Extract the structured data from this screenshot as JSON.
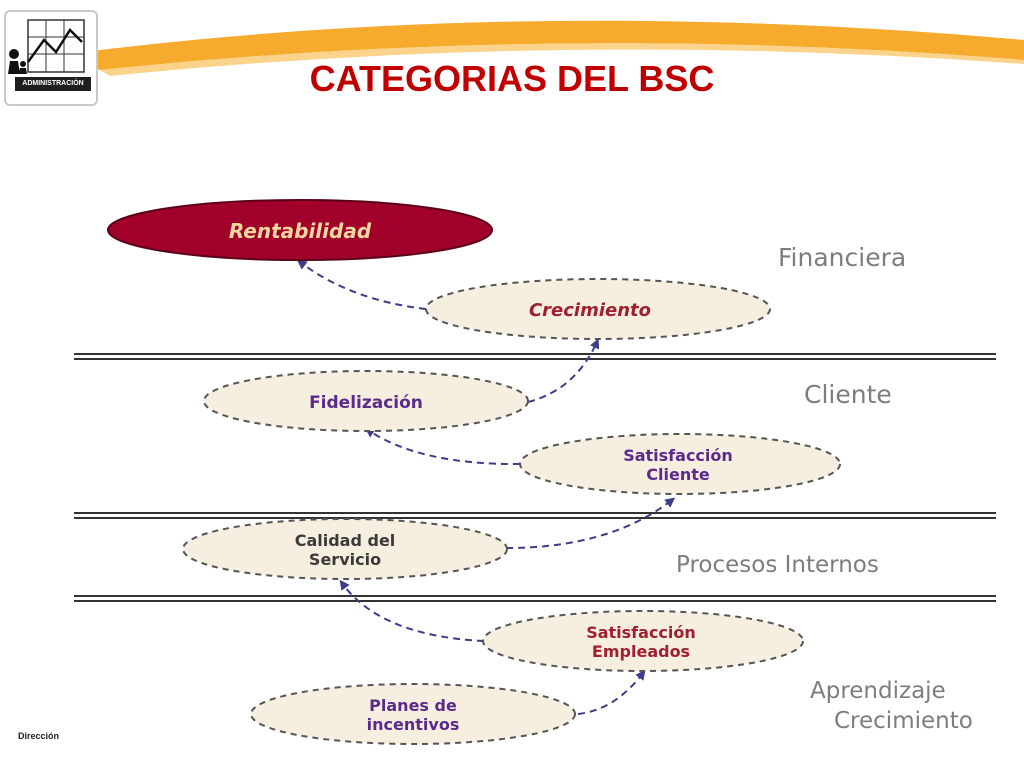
{
  "slide": {
    "title": "CATEGORIAS DEL BSC",
    "footer": "Dirección",
    "logo_label": "ADMINISTRACIÓN"
  },
  "colors": {
    "title": "#c00000",
    "swoosh": "#f5a623",
    "node_fill": "#f6efe0",
    "node_dark_fill": "#a0002a",
    "node_text_purple": "#5b2a8c",
    "node_text_dark": "#3a3a3a",
    "node_text_red": "#a02030",
    "node_text_light": "#f3d7a0",
    "category_text": "#7d7d7d"
  },
  "diagram": {
    "nodes": [
      {
        "id": "rentabilidad",
        "lines": [
          "Rentabilidad"
        ]
      },
      {
        "id": "crecimiento",
        "lines": [
          "Crecimiento"
        ]
      },
      {
        "id": "fidelizacion",
        "lines": [
          "Fidelización"
        ]
      },
      {
        "id": "satisfaccion-cliente",
        "lines": [
          "Satisfacción",
          "Cliente"
        ]
      },
      {
        "id": "calidad-servicio",
        "lines": [
          "Calidad del",
          "Servicio"
        ]
      },
      {
        "id": "satisfaccion-empleados",
        "lines": [
          "Satisfacción",
          "Empleados"
        ]
      },
      {
        "id": "planes-incentivos",
        "lines": [
          "Planes de",
          "incentivos"
        ]
      }
    ],
    "categories": [
      {
        "id": "financiera",
        "lines": [
          "Financiera"
        ]
      },
      {
        "id": "cliente",
        "lines": [
          "Cliente"
        ]
      },
      {
        "id": "procesos-internos",
        "lines": [
          "Procesos Internos"
        ]
      },
      {
        "id": "aprendizaje",
        "lines": [
          "Aprendizaje",
          "Crecimiento"
        ]
      }
    ],
    "edges": [
      {
        "from": "crecimiento",
        "to": "rentabilidad"
      },
      {
        "from": "fidelizacion",
        "to": "crecimiento"
      },
      {
        "from": "satisfaccion-cliente",
        "to": "fidelizacion"
      },
      {
        "from": "calidad-servicio",
        "to": "satisfaccion-cliente"
      },
      {
        "from": "satisfaccion-empleados",
        "to": "calidad-servicio"
      },
      {
        "from": "planes-incentivos",
        "to": "satisfaccion-empleados"
      }
    ]
  }
}
